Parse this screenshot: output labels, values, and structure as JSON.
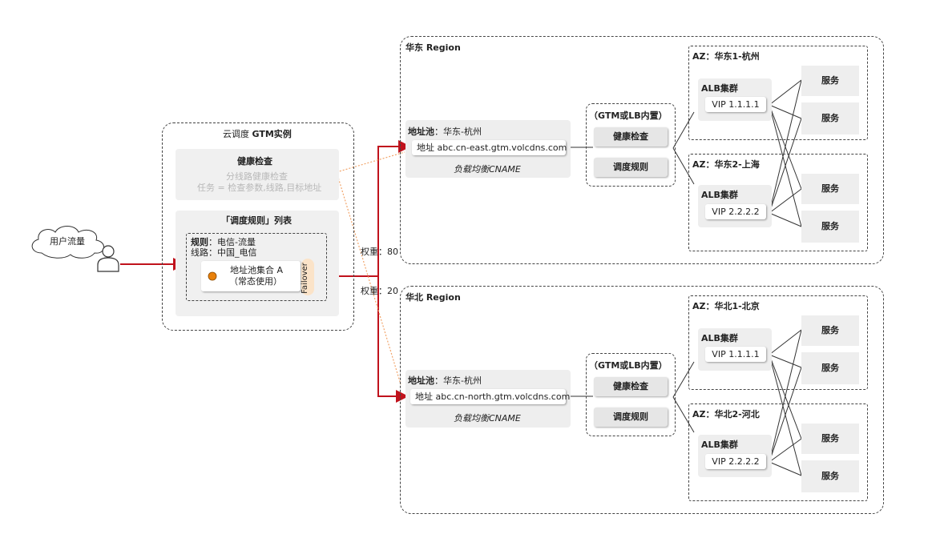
{
  "user": {
    "label": "用户流量"
  },
  "gtm": {
    "title_prefix": "云调度",
    "title_bold": "GTM实例",
    "health": {
      "title": "健康检查",
      "line1": "分线路健康检查",
      "line2": "任务 = 检查参数,线路,目标地址"
    },
    "rules": {
      "title": "「调度规则」列表",
      "rule_key": "规则",
      "rule_value": "：电信-流量",
      "line_label": "线路：中国_电信",
      "pool_line1": "地址池集合 A",
      "pool_line2": "（常态使用）",
      "failover": "Failover"
    }
  },
  "weights": {
    "east": "权重：80",
    "north": "权重：20"
  },
  "regions": {
    "east": {
      "title": "华东 Region",
      "pool_key": "地址池",
      "pool_value": "：华东-杭州",
      "address": "地址 abc.cn-east.gtm.volcdns.com",
      "cname": "负载均衡CNAME",
      "lb_title": "（GTM或LB内置）",
      "lb_health": "健康检查",
      "lb_rule": "调度规则",
      "azs": [
        {
          "title": "AZ：华东1-杭州",
          "alb": "ALB集群",
          "vip": "VIP 1.1.1.1",
          "services": [
            "服务",
            "服务"
          ]
        },
        {
          "title": "AZ：华东2-上海",
          "alb": "ALB集群",
          "vip": "VIP 2.2.2.2",
          "services": [
            "服务",
            "服务"
          ]
        }
      ]
    },
    "north": {
      "title": "华北 Region",
      "pool_key": "地址池",
      "pool_value": "：华东-杭州",
      "address": "地址 abc.cn-north.gtm.volcdns.com",
      "cname": "负载均衡CNAME",
      "lb_title": "（GTM或LB内置）",
      "lb_health": "健康检查",
      "lb_rule": "调度规则",
      "azs": [
        {
          "title": "AZ：华北1-北京",
          "alb": "ALB集群",
          "vip": "VIP 1.1.1.1",
          "services": [
            "服务",
            "服务"
          ]
        },
        {
          "title": "AZ：华北2-河北",
          "alb": "ALB集群",
          "vip": "VIP 2.2.2.2",
          "services": [
            "服务",
            "服务"
          ]
        }
      ]
    }
  },
  "colors": {
    "red": "#c0121c",
    "orange_dot": "#e8800a",
    "dotted_orange": "#f2a56b"
  },
  "icons": [
    "cloud-icon",
    "user-icon",
    "status-dot-icon"
  ]
}
